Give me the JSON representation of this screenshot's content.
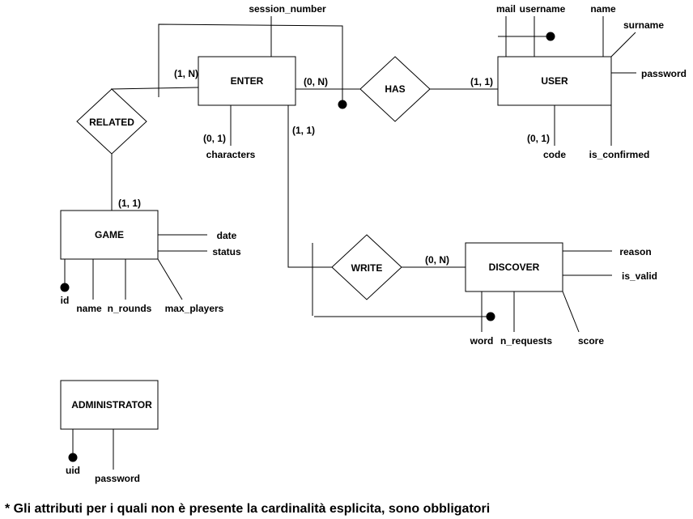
{
  "entities": {
    "enter": "ENTER",
    "user": "USER",
    "game": "GAME",
    "discover": "DISCOVER",
    "administrator": "ADMINISTRATOR"
  },
  "relationships": {
    "has": "HAS",
    "related": "RELATED",
    "write": "WRITE"
  },
  "attributes": {
    "session_number": "session_number",
    "characters": "characters",
    "mail": "mail",
    "username": "username",
    "user_name": "name",
    "surname": "surname",
    "user_password": "password",
    "code": "code",
    "is_confirmed": "is_confirmed",
    "game_id": "id",
    "game_name": "name",
    "n_rounds": "n_rounds",
    "max_players": "max_players",
    "date": "date",
    "status": "status",
    "reason": "reason",
    "is_valid": "is_valid",
    "word": "word",
    "n_requests": "n_requests",
    "score": "score",
    "uid": "uid",
    "admin_password": "password"
  },
  "cardinalities": {
    "enter_related": "(1, N)",
    "enter_has": "(0, N)",
    "user_has": "(1, 1)",
    "characters": "(0, 1)",
    "enter_write": "(1, 1)",
    "code": "(0, 1)",
    "game_related": "(1, 1)",
    "discover_write": "(0, N)"
  },
  "footnote": "* Gli attributi per i quali non è presente la cardinalità esplicita, sono obbligatori"
}
